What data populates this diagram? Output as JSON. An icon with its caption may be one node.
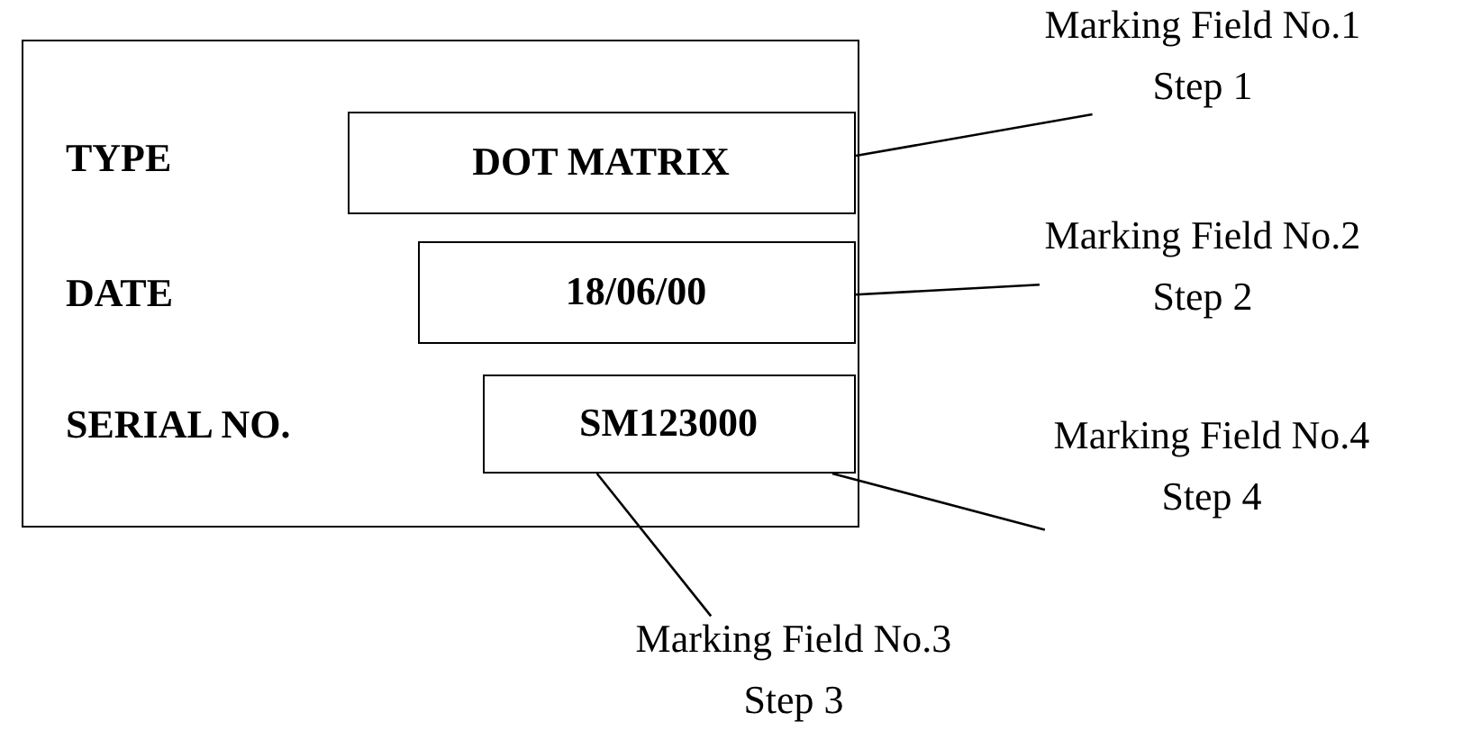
{
  "diagram": {
    "nodes": [
      {
        "text": [],
        "shape": "box"
      },
      {
        "text": [
          "DOT MATRIX"
        ],
        "in": 0
      },
      {
        "text": [
          "18/06/00"
        ],
        "in": 0
      },
      {
        "text": [
          "SM123000"
        ],
        "in": 0
      },
      {
        "text": [
          "Marking Field No.1",
          "Step 1"
        ]
      },
      {
        "text": [
          "Marking Field No.2",
          "Step 2"
        ]
      },
      {
        "text": [
          "Marking Field No.4",
          "Step 4"
        ]
      },
      {
        "text": [
          "Marking Field No.3",
          "Step 3"
        ]
      }
    ],
    "edges": [
      {
        "from": 4,
        "to": 1,
        "arrow": "none"
      },
      {
        "from": 5,
        "to": 2,
        "arrow": "none"
      },
      {
        "from": 6,
        "to": 3,
        "arrow": "none"
      },
      {
        "from": 7,
        "to": 3,
        "arrow": "none"
      }
    ],
    "labels": [
      "TYPE",
      "DATE",
      "SERIAL NO."
    ]
  }
}
